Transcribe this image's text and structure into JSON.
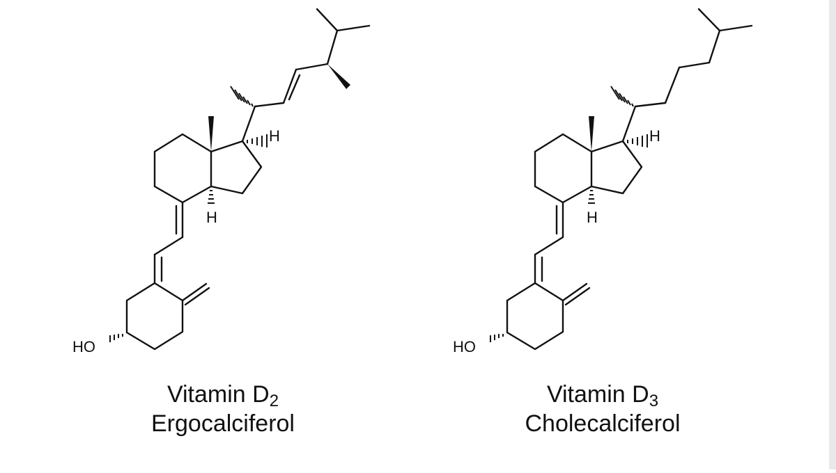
{
  "colors": {
    "background": "#ffffff",
    "ink": "#111111",
    "edge": "#e9e9e9"
  },
  "molecules": [
    {
      "name": "Vitamin D",
      "subscript": "2",
      "common_name": "Ergocalciferol",
      "labels": {
        "hydroxyl": "HO",
        "h_top": "H",
        "h_bottom": "H"
      }
    },
    {
      "name": "Vitamin D",
      "subscript": "3",
      "common_name": "Cholecalciferol",
      "labels": {
        "hydroxyl": "HO",
        "h_top": "H",
        "h_bottom": "H"
      }
    }
  ]
}
